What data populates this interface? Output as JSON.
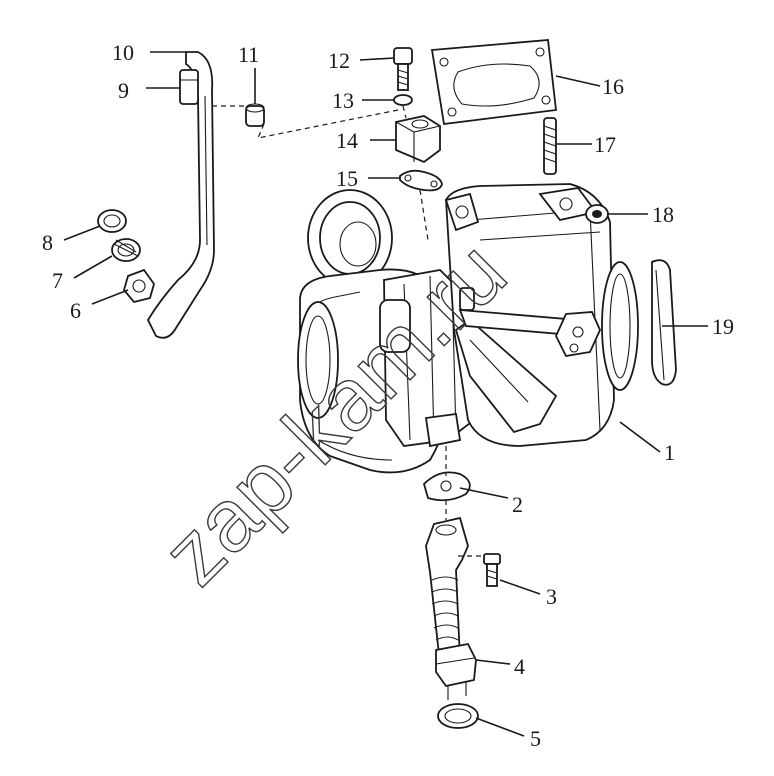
{
  "diagram": {
    "callouts": [
      {
        "num": "1"
      },
      {
        "num": "2"
      },
      {
        "num": "3"
      },
      {
        "num": "4"
      },
      {
        "num": "5"
      },
      {
        "num": "6"
      },
      {
        "num": "7"
      },
      {
        "num": "8"
      },
      {
        "num": "9"
      },
      {
        "num": "10"
      },
      {
        "num": "11"
      },
      {
        "num": "12"
      },
      {
        "num": "13"
      },
      {
        "num": "14"
      },
      {
        "num": "15"
      },
      {
        "num": "16"
      },
      {
        "num": "17"
      },
      {
        "num": "18"
      },
      {
        "num": "19"
      }
    ],
    "watermark": "zap-kam.ru"
  }
}
